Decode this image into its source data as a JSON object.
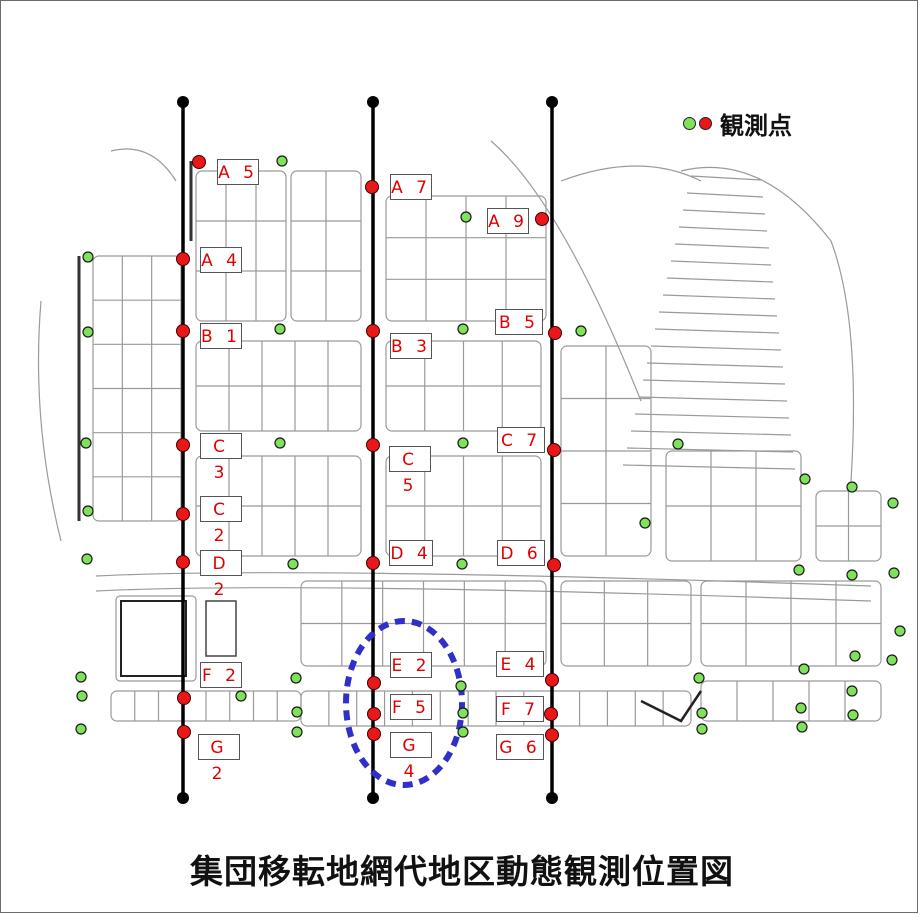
{
  "title": "集団移転地網代地区動態観測位置図",
  "legend": {
    "text": "観測点",
    "icons": [
      "green-dot-icon",
      "red-dot-icon"
    ]
  },
  "colors": {
    "red": "#e81818",
    "green": "#7ee35a",
    "highlight": "#3030c8",
    "label_text": "#e00000"
  },
  "survey_lines": [
    "line-1",
    "line-2",
    "line-3"
  ],
  "observation_points": [
    {
      "label": "A 5"
    },
    {
      "label": "A 7"
    },
    {
      "label": "A 9"
    },
    {
      "label": "A 4"
    },
    {
      "label": "B 1"
    },
    {
      "label": "B 3"
    },
    {
      "label": "B 5"
    },
    {
      "label": "C 3"
    },
    {
      "label": "C 5"
    },
    {
      "label": "C 7"
    },
    {
      "label": "C 2"
    },
    {
      "label": "D 2"
    },
    {
      "label": "D 4"
    },
    {
      "label": "D 6"
    },
    {
      "label": "E 2"
    },
    {
      "label": "E 4"
    },
    {
      "label": "F 2"
    },
    {
      "label": "F 5"
    },
    {
      "label": "F 7"
    },
    {
      "label": "G 2"
    },
    {
      "label": "G 4"
    },
    {
      "label": "G 6"
    }
  ]
}
